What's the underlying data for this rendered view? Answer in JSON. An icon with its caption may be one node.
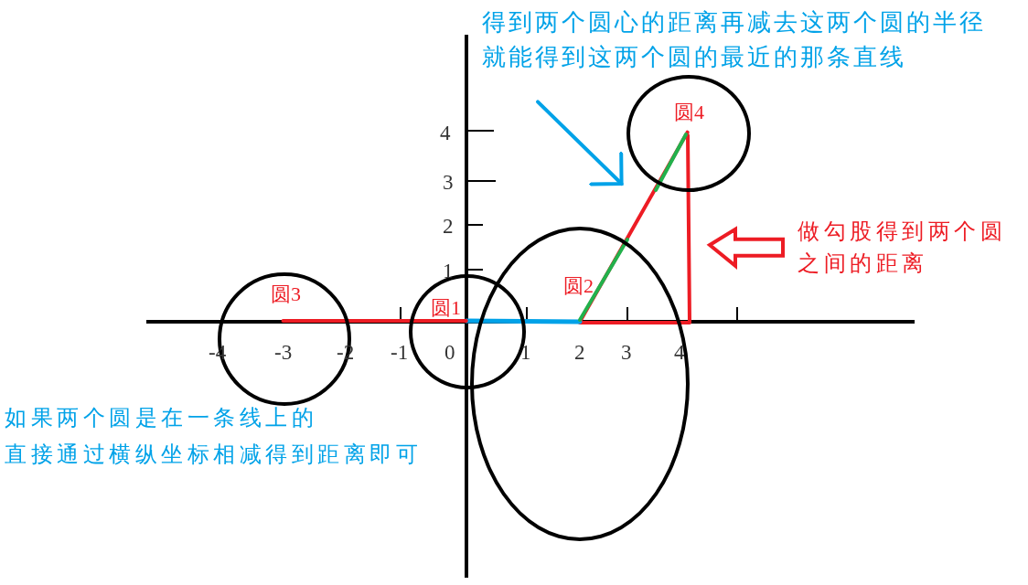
{
  "diagram": {
    "nodes": [
      {
        "text": [
          "得到两个圆心的距离再减去这两个圆的半径就能得到这两个圆的最近的那条直线"
        ]
      },
      {
        "text": [
          "圆4"
        ]
      },
      {
        "text": [
          "做勾股得到两个圆之间的距离"
        ]
      },
      {
        "text": [
          "圆3"
        ]
      },
      {
        "text": [
          "圆1"
        ]
      },
      {
        "text": [
          "圆2"
        ]
      }
    ],
    "edges": [
      {
        "from": 0,
        "to": 1,
        "arrow": "to",
        "color": "#00a2e8"
      },
      {
        "from": 2,
        "to": null,
        "arrow": "to",
        "style": "thick",
        "color": "#ed1c24"
      },
      {
        "from": 3,
        "to": 4,
        "arrow": "none",
        "color": "#ed1c24"
      },
      {
        "from": 4,
        "to": 5,
        "arrow": "none",
        "color": "#00a2e8"
      },
      {
        "from": 5,
        "to": 1,
        "arrow": "none",
        "color": "#ed1c24"
      }
    ],
    "labels": [
      "4",
      "3",
      "2",
      "1",
      "-4",
      "-3",
      "-2",
      "-1",
      "0",
      "1",
      "2",
      "3",
      "4",
      "如果两个圆是在一条线上的",
      "直接通过横纵坐标相减得到距离即可"
    ]
  }
}
